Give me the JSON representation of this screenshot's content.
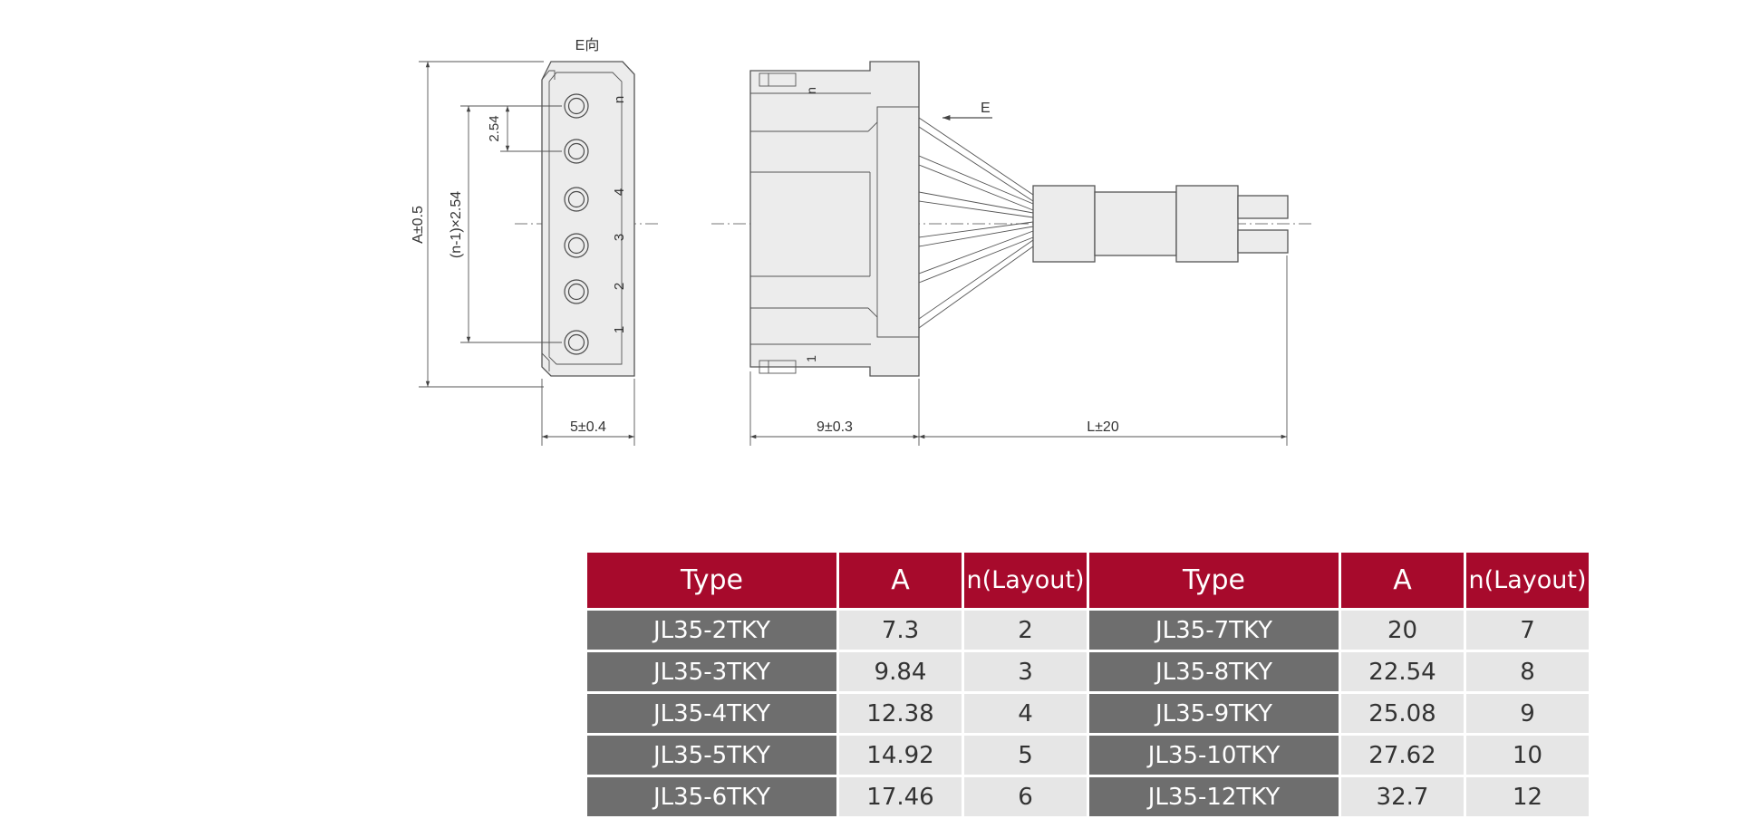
{
  "drawing": {
    "view_label": "E向",
    "arrow_label": "E",
    "dim_height": "A±0.5",
    "dim_pitch_total": "(n-1)×2.54",
    "dim_pitch": "2.54",
    "dim_width": "5±0.4",
    "dim_length_body": "9±0.3",
    "dim_cable": "L±20",
    "pin_labels": [
      "n",
      "4",
      "3",
      "2",
      "1"
    ],
    "side_mark_top": "n",
    "side_mark_bottom": "1"
  },
  "table": {
    "headers": [
      "Type",
      "A",
      "n(Layout)",
      "Type",
      "A",
      "n(Layout)"
    ],
    "rows": [
      [
        "JL35-2TKY",
        "7.3",
        "2",
        "JL35-7TKY",
        "20",
        "7"
      ],
      [
        "JL35-3TKY",
        "9.84",
        "3",
        "JL35-8TKY",
        "22.54",
        "8"
      ],
      [
        "JL35-4TKY",
        "12.38",
        "4",
        "JL35-9TKY",
        "25.08",
        "9"
      ],
      [
        "JL35-5TKY",
        "14.92",
        "5",
        "JL35-10TKY",
        "27.62",
        "10"
      ],
      [
        "JL35-6TKY",
        "17.46",
        "6",
        "JL35-12TKY",
        "32.7",
        "12"
      ]
    ]
  },
  "colors": {
    "header_bg": "#a70a2c",
    "type_cell_bg": "#6e6e6e",
    "value_cell_bg": "#e6e6e6"
  }
}
